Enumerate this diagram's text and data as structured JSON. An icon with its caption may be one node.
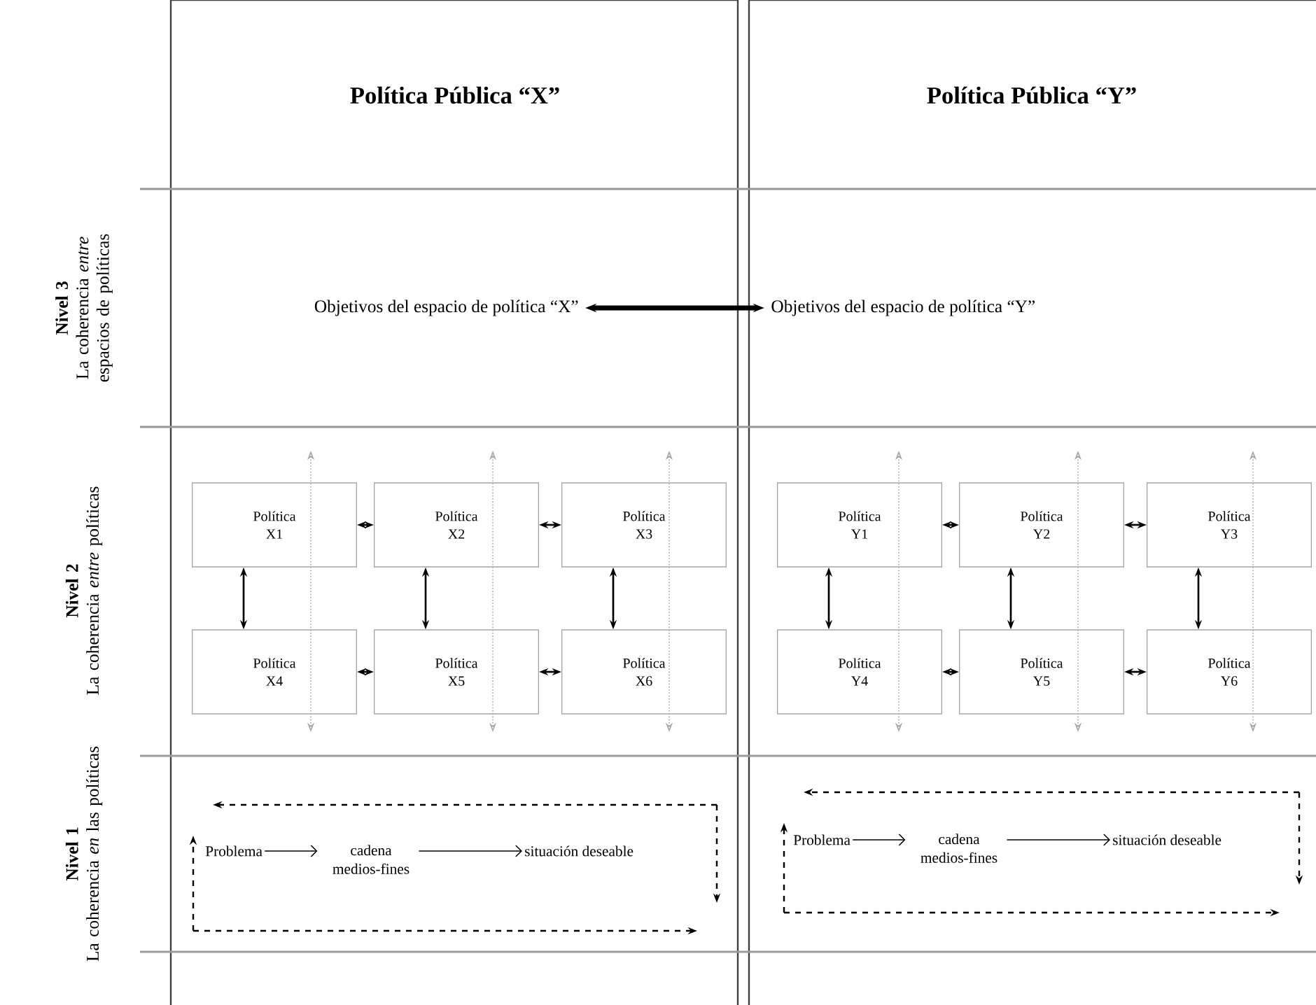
{
  "diagram": {
    "nodes": [
      {
        "text": [
          "Objetivos del espacio de política “X”"
        ]
      },
      {
        "text": [
          "Objetivos del espacio de política “Y”"
        ]
      },
      {
        "text": [
          "Política X1"
        ]
      },
      {
        "text": [
          "Política X2"
        ]
      },
      {
        "text": [
          "Política X3"
        ]
      },
      {
        "text": [
          "Política X4"
        ]
      },
      {
        "text": [
          "Política X5"
        ]
      },
      {
        "text": [
          "Política X6"
        ]
      },
      {
        "text": [
          "Política Y1"
        ]
      },
      {
        "text": [
          "Política Y2"
        ]
      },
      {
        "text": [
          "Política Y3"
        ]
      },
      {
        "text": [
          "Política Y4"
        ]
      },
      {
        "text": [
          "Política Y5"
        ]
      },
      {
        "text": [
          "Política Y6"
        ]
      },
      {
        "text": [
          "Problema"
        ]
      },
      {
        "text": [
          "cadena medios-fines"
        ]
      },
      {
        "text": [
          "situación deseable"
        ]
      },
      {
        "text": [
          "Problema"
        ]
      },
      {
        "text": [
          "cadena medios-fines"
        ]
      },
      {
        "text": [
          "situación deseable"
        ]
      }
    ],
    "edges": [
      {
        "from": 0,
        "to": 1,
        "arrow": "both",
        "style": "thick"
      },
      {
        "from": 2,
        "to": 3,
        "arrow": "both"
      },
      {
        "from": 3,
        "to": 4,
        "arrow": "both"
      },
      {
        "from": 5,
        "to": 6,
        "arrow": "both"
      },
      {
        "from": 6,
        "to": 7,
        "arrow": "both"
      },
      {
        "from": 2,
        "to": 5,
        "arrow": "both"
      },
      {
        "from": 3,
        "to": 6,
        "arrow": "both"
      },
      {
        "from": 4,
        "to": 7,
        "arrow": "both"
      },
      {
        "from": 8,
        "to": 9,
        "arrow": "both"
      },
      {
        "from": 9,
        "to": 10,
        "arrow": "both"
      },
      {
        "from": 11,
        "to": 12,
        "arrow": "both"
      },
      {
        "from": 12,
        "to": 13,
        "arrow": "both"
      },
      {
        "from": 8,
        "to": 11,
        "arrow": "both"
      },
      {
        "from": 9,
        "to": 12,
        "arrow": "both"
      },
      {
        "from": 10,
        "to": 13,
        "arrow": "both"
      },
      {
        "from": 14,
        "to": 15,
        "arrow": "to"
      },
      {
        "from": 15,
        "to": 16,
        "arrow": "to"
      },
      {
        "from": 17,
        "to": 18,
        "arrow": "to"
      },
      {
        "from": 18,
        "to": 19,
        "arrow": "to"
      }
    ],
    "labels": [
      "Política Pública “X”",
      "Política Pública “Y”",
      "Nivel 3",
      "La coherencia *entre* espacios de políticas",
      "Nivel 2",
      "La coherencia *entre* políticas",
      "Nivel 1",
      "La coherencia *en* las políticas"
    ]
  }
}
